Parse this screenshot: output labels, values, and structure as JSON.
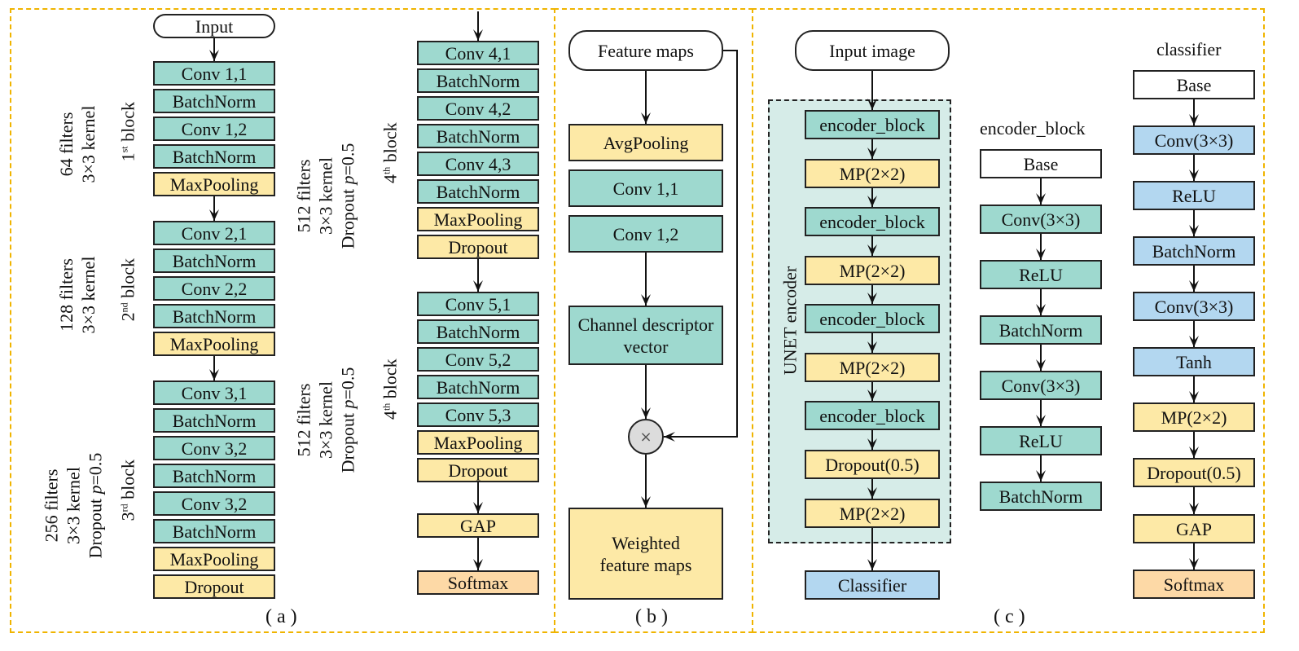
{
  "panel_a": {
    "caption": "( a )",
    "input": "Input",
    "col1": [
      "Conv 1,1",
      "BatchNorm",
      "Conv 1,2",
      "BatchNorm",
      "MaxPooling",
      "Conv 2,1",
      "BatchNorm",
      "Conv 2,2",
      "BatchNorm",
      "MaxPooling",
      "Conv 3,1",
      "BatchNorm",
      "Conv 3,2",
      "BatchNorm",
      "Conv 3,2",
      "BatchNorm",
      "MaxPooling",
      "Dropout"
    ],
    "col2": [
      "Conv 4,1",
      "BatchNorm",
      "Conv 4,2",
      "BatchNorm",
      "Conv 4,3",
      "BatchNorm",
      "MaxPooling",
      "Dropout",
      "Conv 5,1",
      "BatchNorm",
      "Conv 5,2",
      "BatchNorm",
      "Conv 5,3",
      "MaxPooling",
      "Dropout",
      "GAP",
      "Softmax"
    ],
    "block1": {
      "filters": "64 filters",
      "kernel": "3×3 kernel",
      "name_num": "1",
      "name_sup": "st",
      "name_rest": " block"
    },
    "block2": {
      "filters": "128 filters",
      "kernel": "3×3 kernel",
      "name_num": "2",
      "name_sup": "nd",
      "name_rest": " block"
    },
    "block3": {
      "filters": "256 filters",
      "kernel": "3×3 kernel",
      "dropout": "Dropout p=0.5",
      "name_num": "3",
      "name_sup": "rd",
      "name_rest": " block"
    },
    "block4": {
      "filters": "512 filters",
      "kernel": "3×3 kernel",
      "dropout": "Dropout p=0.5",
      "name_num": "4",
      "name_sup": "th",
      "name_rest": " block"
    },
    "block5": {
      "filters": "512 filters",
      "kernel": "3×3 kernel",
      "dropout": "Dropout p=0.5",
      "name_num": "4",
      "name_sup": "th",
      "name_rest": " block"
    }
  },
  "panel_b": {
    "caption": "( b )",
    "feature_maps": "Feature maps",
    "avgpool": "AvgPooling",
    "conv11": "Conv 1,1",
    "conv12": "Conv 1,2",
    "channel_vec": "Channel descriptor vector",
    "multiply": "×",
    "weighted": "Weighted feature maps"
  },
  "panel_c": {
    "caption": "( c )",
    "input_image": "Input image",
    "unet_label": "UNET encoder",
    "unet": [
      "encoder_block",
      "MP(2×2)",
      "encoder_block",
      "MP(2×2)",
      "encoder_block",
      "MP(2×2)",
      "encoder_block",
      "Dropout(0.5)",
      "MP(2×2)"
    ],
    "classifier_box": "Classifier",
    "encoder_title": "encoder_block",
    "encoder": [
      "Base",
      "Conv(3×3)",
      "ReLU",
      "BatchNorm",
      "Conv(3×3)",
      "ReLU",
      "BatchNorm"
    ],
    "classifier_title": "classifier",
    "classifier": [
      "Base",
      "Conv(3×3)",
      "ReLU",
      "BatchNorm",
      "Conv(3×3)",
      "Tanh",
      "MP(2×2)",
      "Dropout(0.5)",
      "GAP",
      "Softmax"
    ]
  },
  "colors": {
    "conv": "#9ed9cf",
    "pool": "#fde9a6",
    "softmax": "#fdd9a6",
    "classifier": "#b3d7f0",
    "panel_border": "#f0b400",
    "unet_bg": "#d6ece8"
  }
}
